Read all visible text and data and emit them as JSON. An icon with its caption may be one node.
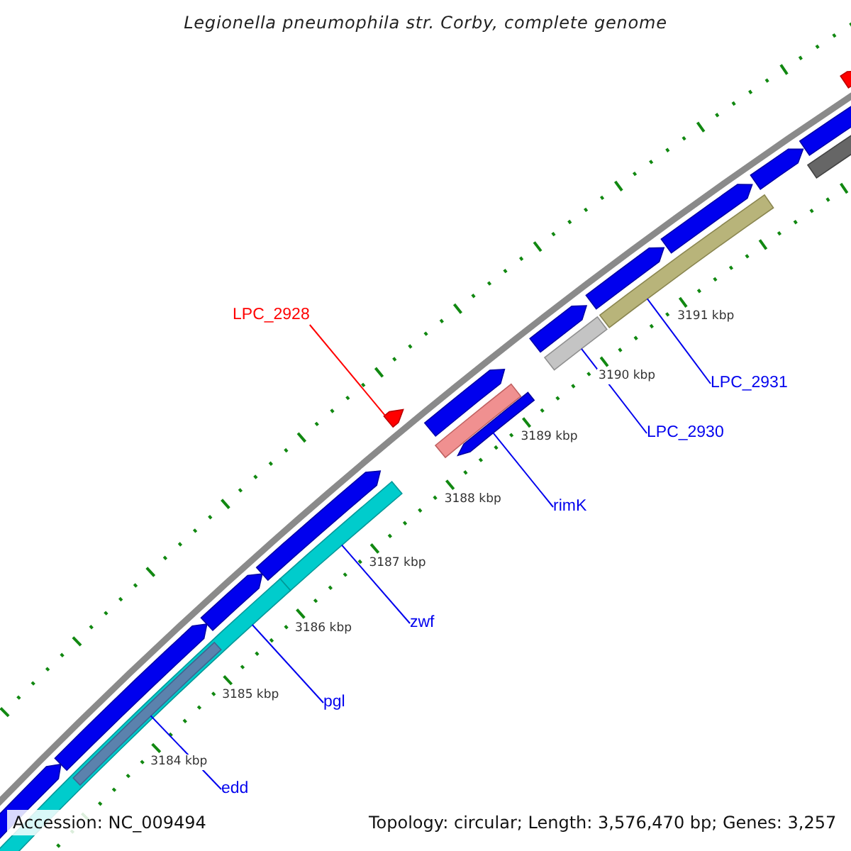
{
  "diagram": {
    "title": "Legionella pneumophila str. Corby, complete genome",
    "nodes": [
      {
        "text": [
          "LPC_2928"
        ]
      },
      {
        "text": [],
        "shape": "pentagon"
      },
      {
        "text": [
          "LPC_2930"
        ]
      },
      {
        "text": [],
        "shape": "bar"
      },
      {
        "text": [
          "LPC_2931"
        ]
      },
      {
        "text": [],
        "shape": "bar"
      },
      {
        "text": [
          "rimK"
        ]
      },
      {
        "text": [],
        "shape": "bar"
      },
      {
        "text": [
          "zwf"
        ]
      },
      {
        "text": [],
        "shape": "bar"
      },
      {
        "text": [
          "pgl"
        ]
      },
      {
        "text": [],
        "shape": "bar"
      },
      {
        "text": [
          "edd"
        ]
      },
      {
        "text": [],
        "shape": "bar",
        "in": 11
      },
      {
        "text": [],
        "shape": "pentagon"
      },
      {
        "text": [],
        "shape": "pentagon"
      },
      {
        "text": [],
        "shape": "pentagon"
      },
      {
        "text": [],
        "shape": "pentagon"
      },
      {
        "text": [],
        "shape": "pentagon"
      },
      {
        "text": [],
        "shape": "pentagon"
      },
      {
        "text": [],
        "shape": "pentagon"
      },
      {
        "text": [],
        "shape": "pentagon"
      },
      {
        "text": [],
        "shape": "pentagon"
      },
      {
        "text": [],
        "shape": "pentagon"
      },
      {
        "text": [],
        "shape": "pentagon"
      },
      {
        "text": [],
        "shape": "bar"
      },
      {
        "text": [],
        "shape": "bar"
      }
    ],
    "edges": [
      {
        "from": 0,
        "to": 1,
        "arrow": "none",
        "color": "#ff0000"
      },
      {
        "from": 2,
        "to": 3,
        "arrow": "none"
      },
      {
        "from": 4,
        "to": 5,
        "arrow": "none"
      },
      {
        "from": 6,
        "to": 7,
        "arrow": "none"
      },
      {
        "from": 8,
        "to": 9,
        "arrow": "none"
      },
      {
        "from": 10,
        "to": 11,
        "arrow": "none"
      },
      {
        "from": 12,
        "to": 13,
        "arrow": "none"
      }
    ],
    "labels": [
      "3191 kbp",
      "3190 kbp",
      "3189 kbp",
      "3188 kbp",
      "3187 kbp",
      "3186 kbp",
      "3185 kbp",
      "3184 kbp",
      "Accession: NC_009494",
      "Topology: circular; Length: 3,576,470 bp; Genes: 3,257"
    ]
  }
}
